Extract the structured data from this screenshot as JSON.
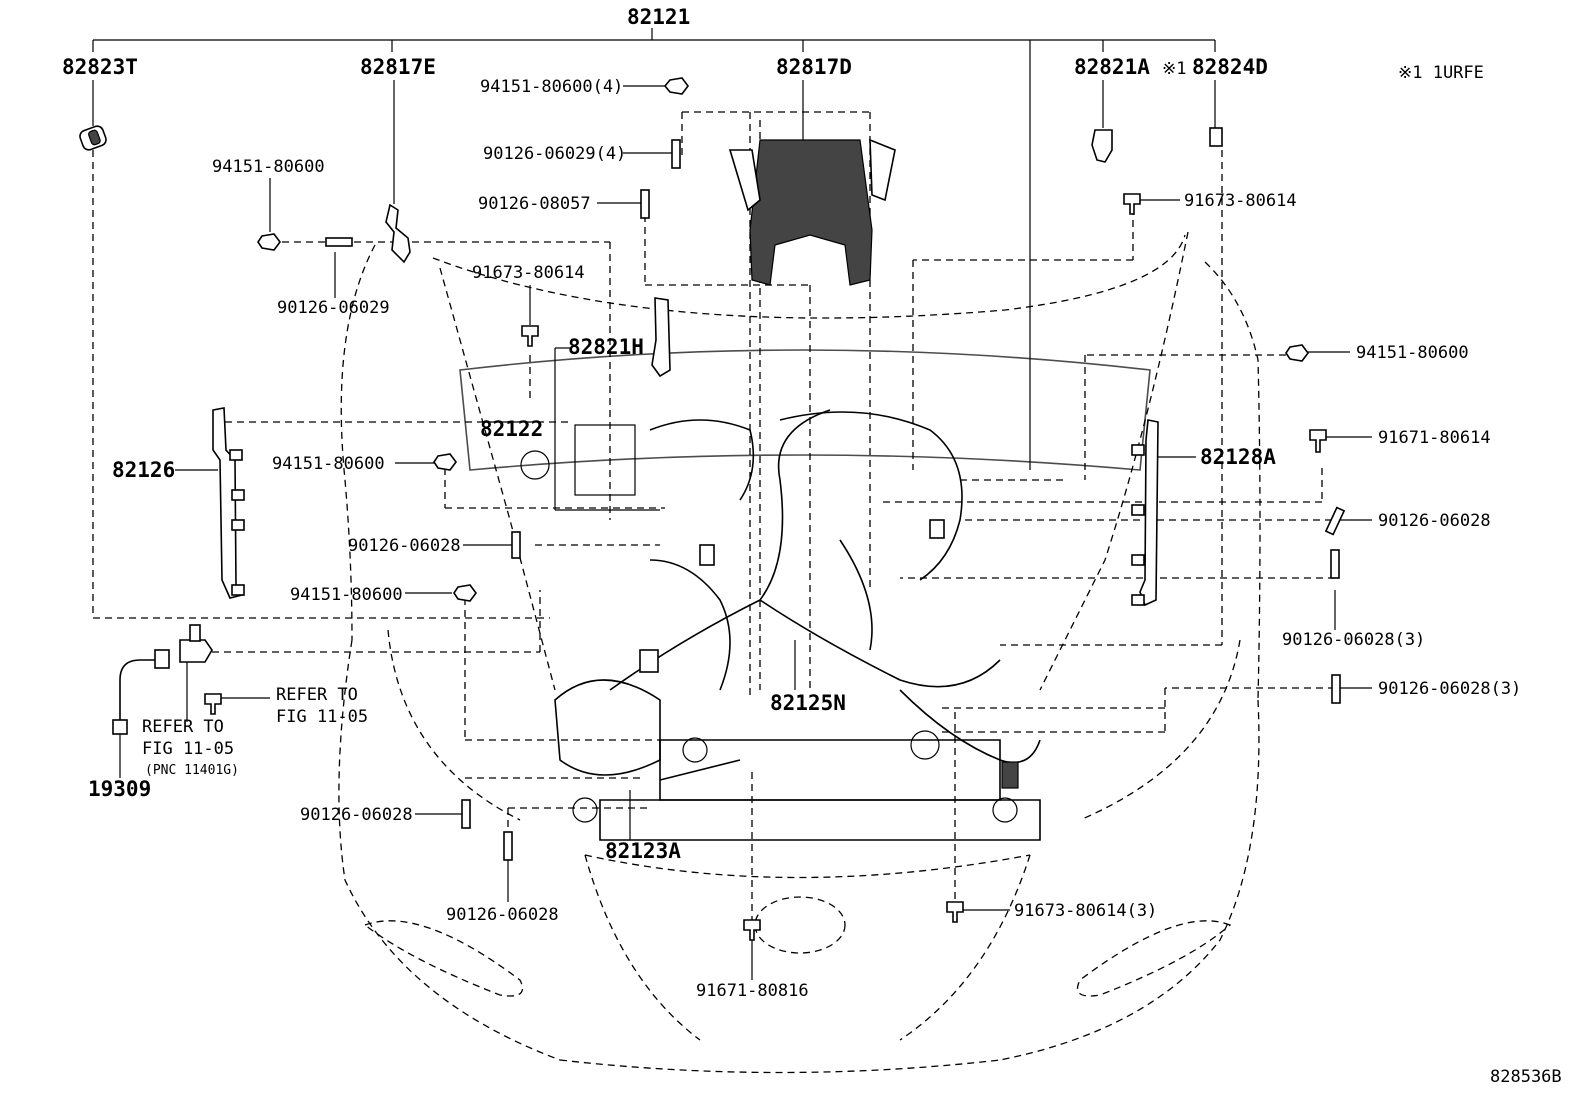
{
  "labels": {
    "top_assembly": "82121",
    "p82823T": "82823T",
    "p82817E": "82817E",
    "p82817D": "82817D",
    "p82821A": "82821A",
    "note_mark": "※1",
    "p82824D": "82824D",
    "note_text": "※1 1URFE",
    "nut_94151_80600_4": "94151-80600(4)",
    "stud_90126_06029_4": "90126-06029(4)",
    "stud_90126_08057": "90126-08057",
    "bolt_91673_80614_right": "91673-80614",
    "nut_94151_80600_left": "94151-80600",
    "stud_90126_06029": "90126-06029",
    "bolt_91673_80614_center": "91673-80614",
    "p82821H": "82821H",
    "nut_94151_80600_right": "94151-80600",
    "bolt_91671_80614": "91671-80614",
    "p82122": "82122",
    "p82126": "82126",
    "nut_94151_80600_mid": "94151-80600",
    "p82128A": "82128A",
    "stud_90126_06028_right": "90126-06028",
    "stud_90126_06028_mid": "90126-06028",
    "nut_94151_80600_low": "94151-80600",
    "stud_90126_06028_3_a": "90126-06028(3)",
    "stud_90126_06028_3_b": "90126-06028(3)",
    "refer_right_1": "REFER TO",
    "refer_right_2": "FIG 11-05",
    "refer_left_1": "REFER TO",
    "refer_left_2": "FIG 11-05",
    "refer_left_3": "(PNC 11401G)",
    "p82125N": "82125N",
    "p19309": "19309",
    "stud_90126_06028_lowleft": "90126-06028",
    "p82123A": "82123A",
    "bolt_91673_80614_3": "91673-80614(3)",
    "stud_90126_06028_bottom": "90126-06028",
    "bolt_91671_80816": "91671-80816",
    "figure_code": "828536B"
  }
}
